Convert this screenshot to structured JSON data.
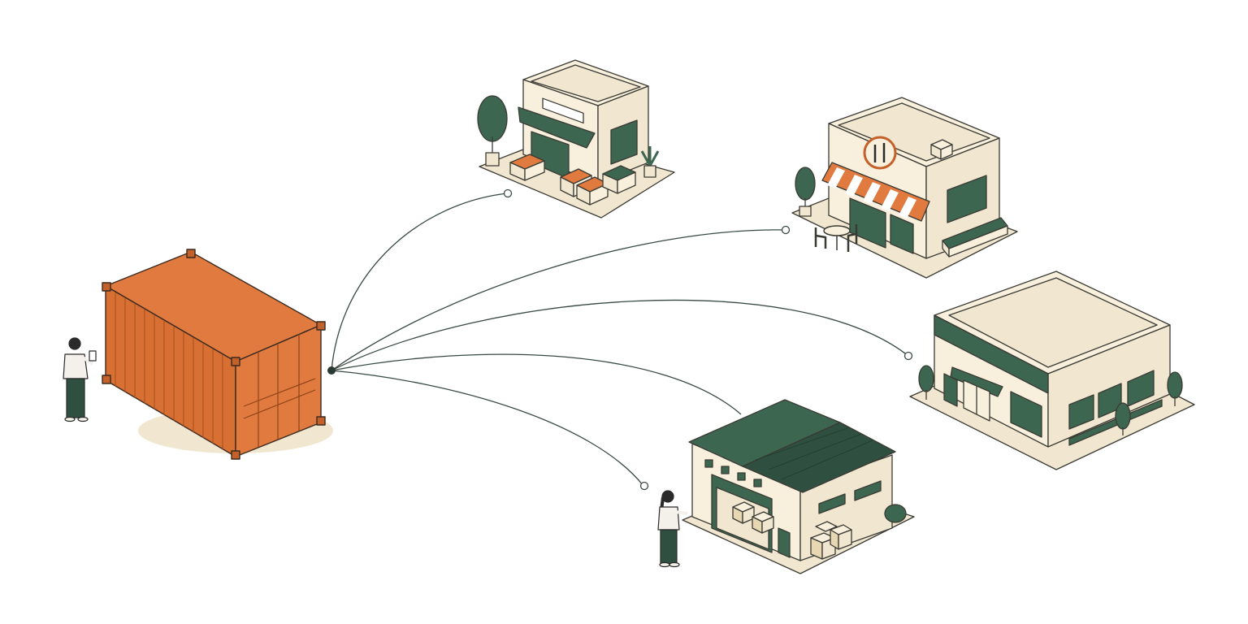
{
  "colors": {
    "orange": "#e07a3e",
    "orange_dark": "#c4602a",
    "green": "#3d6650",
    "green_dark": "#2f5040",
    "cream": "#f1e6cf",
    "cream_light": "#f8efdc",
    "line": "#3a4a42",
    "white": "#ffffff"
  },
  "diagram": {
    "hub": "shipping-container",
    "destinations": [
      "produce-market",
      "restaurant",
      "retail-store",
      "warehouse"
    ],
    "icons": {
      "restaurant_sign": "fork-knife-icon"
    }
  }
}
